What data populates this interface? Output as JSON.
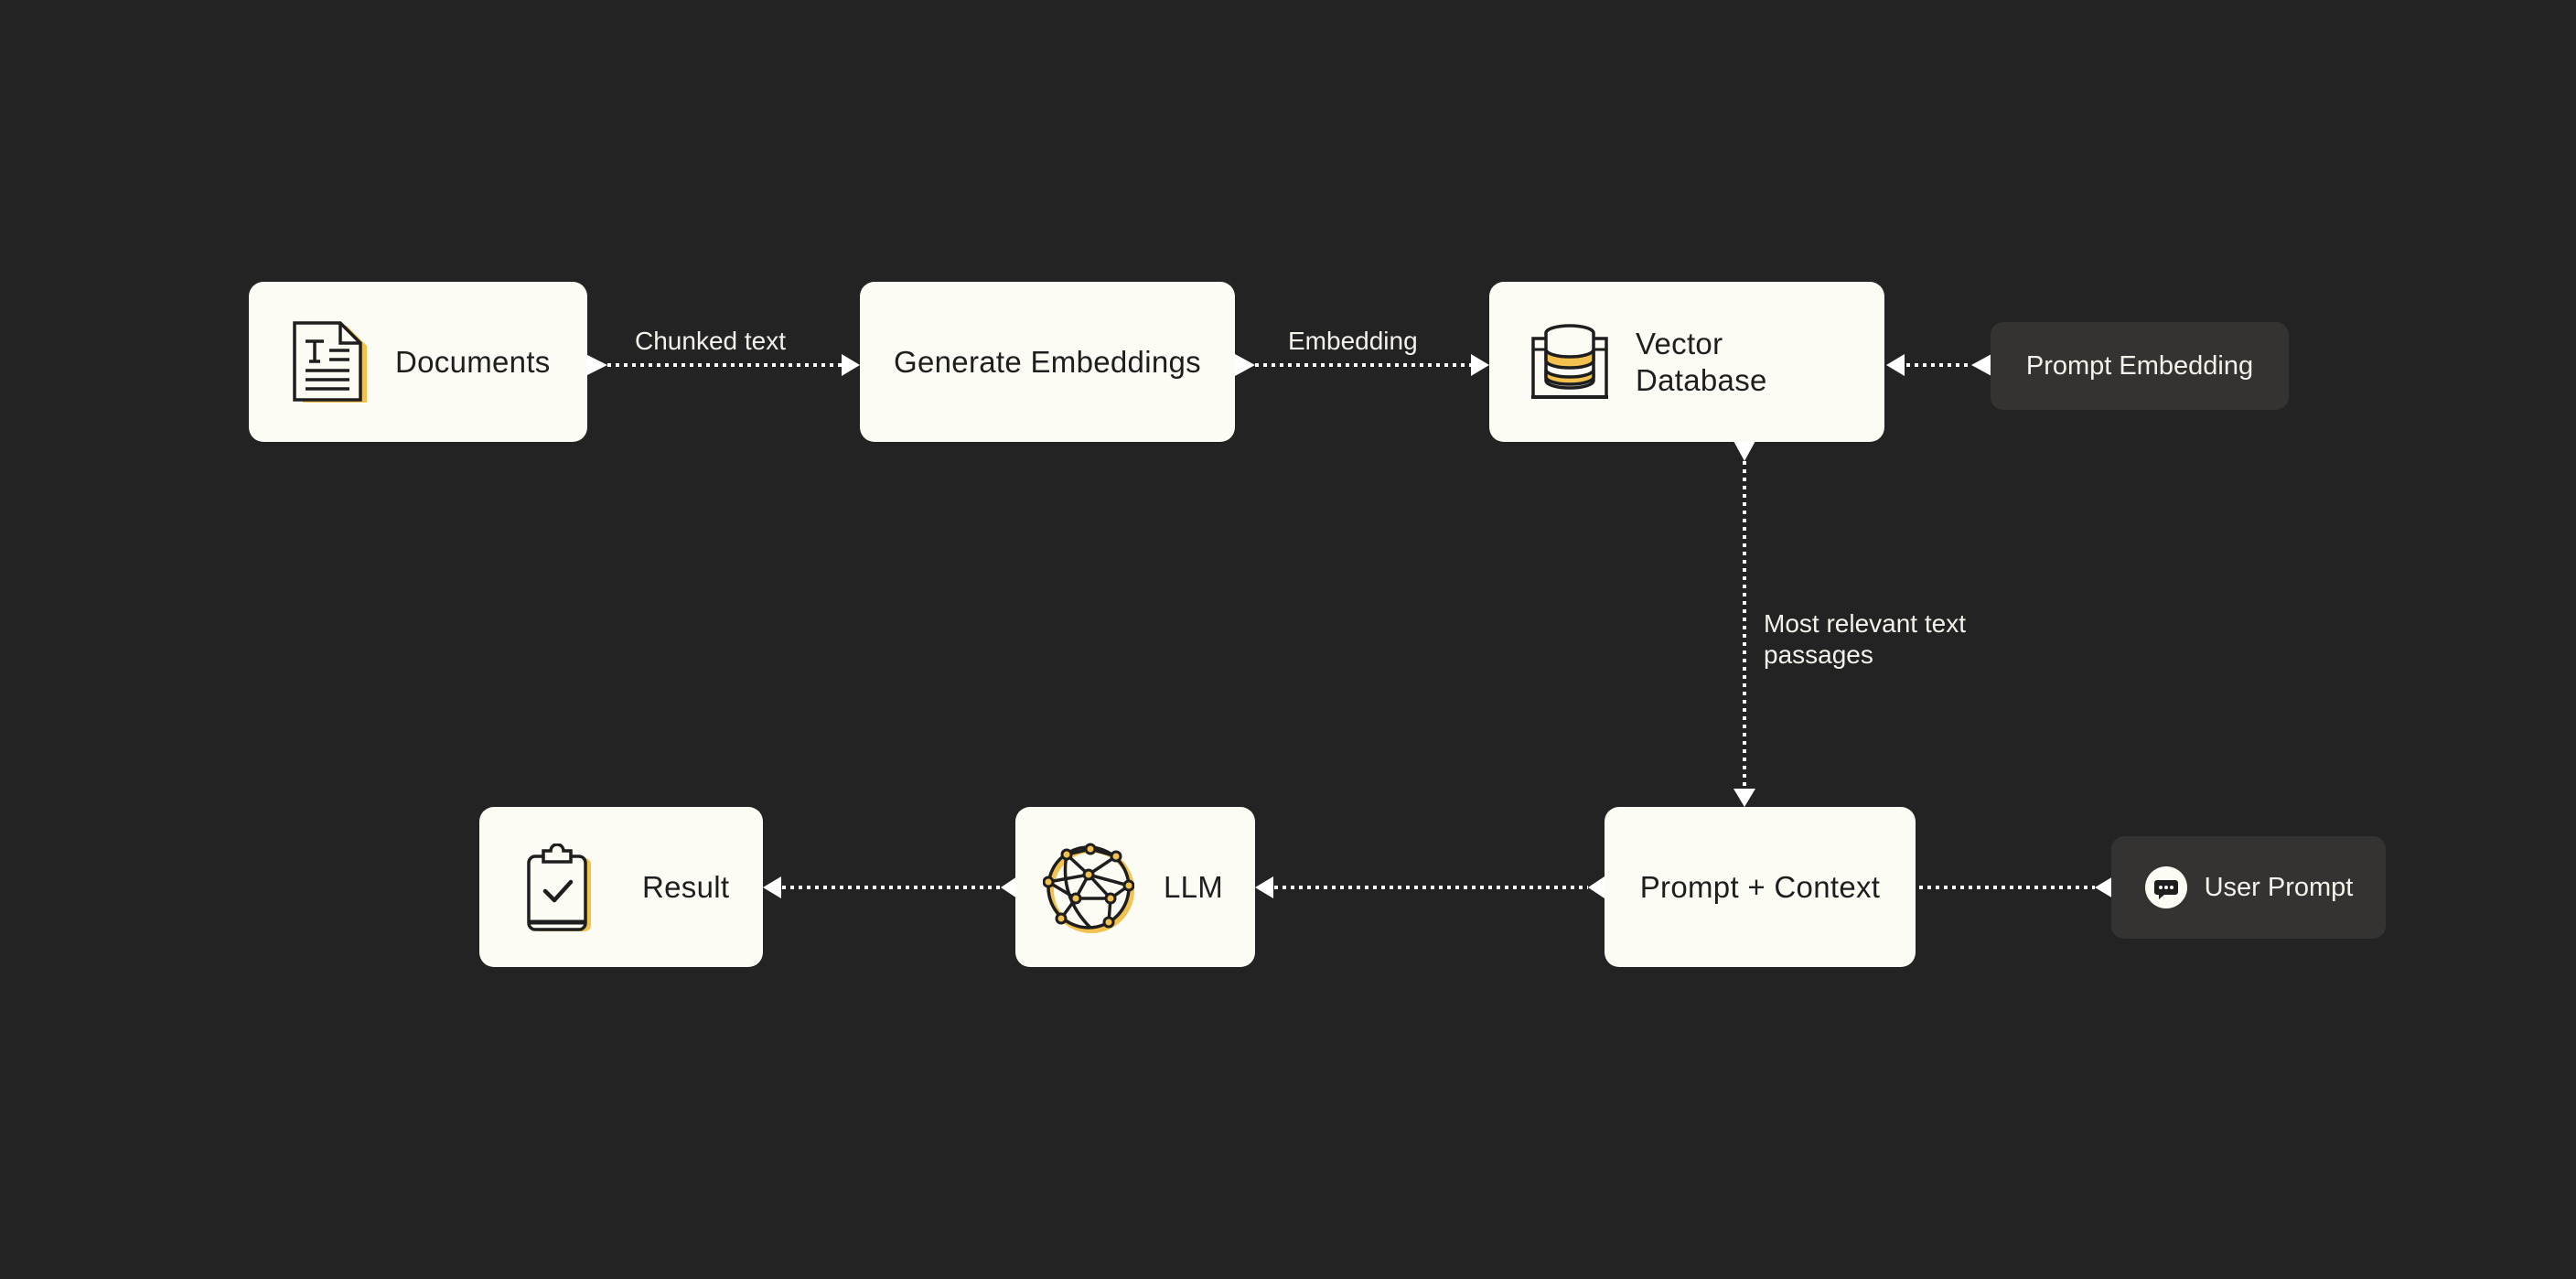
{
  "nodes": {
    "documents": "Documents",
    "generate_embeddings": "Generate Embeddings",
    "vector_database_line1": "Vector",
    "vector_database_line2": "Database",
    "prompt_context": "Prompt + Context",
    "llm": "LLM",
    "result": "Result"
  },
  "inputs": {
    "prompt_embedding": "Prompt Embedding",
    "user_prompt": "User Prompt"
  },
  "edges": {
    "chunked_text": "Chunked text",
    "embedding": "Embedding",
    "most_relevant_line1": "Most relevant text",
    "most_relevant_line2": "passages"
  },
  "icons": {
    "documents": "document-text-icon",
    "vector_database": "database-icon",
    "llm": "neural-globe-icon",
    "result": "clipboard-check-icon",
    "user_prompt": "chat-bubble-icon"
  },
  "colors": {
    "background": "#232323",
    "node": "#FCFBF4",
    "pill": "#353232",
    "accent": "#F2C14E",
    "connector": "#FFFFFF"
  }
}
